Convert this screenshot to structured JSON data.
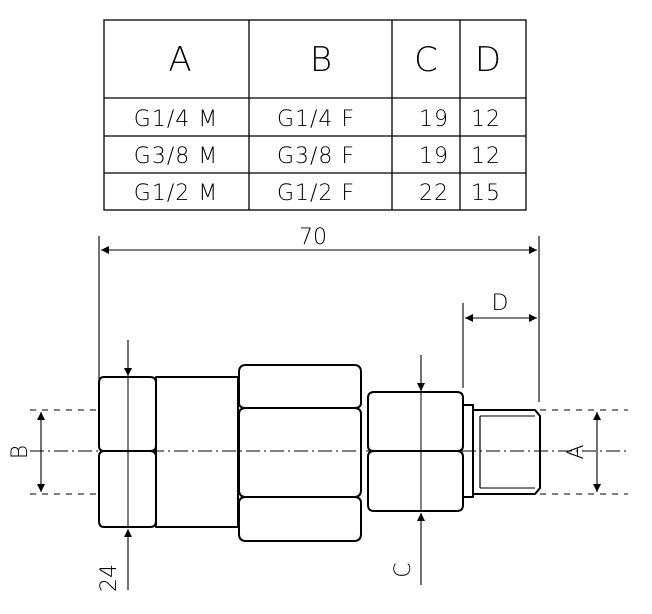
{
  "table": {
    "headers": [
      "A",
      "B",
      "C",
      "D"
    ],
    "rows": [
      [
        "G1/4 M",
        "G1/4 F",
        "19",
        "12"
      ],
      [
        "G3/8 M",
        "G3/8 F",
        "19",
        "12"
      ],
      [
        "G1/2 M",
        "G1/2 F",
        "22",
        "15"
      ]
    ]
  },
  "dimensions": {
    "overall_length": "70",
    "hex_size": "24",
    "label_a": "A",
    "label_b": "B",
    "label_c": "C",
    "label_d": "D"
  },
  "colors": {
    "line": "#000000",
    "background": "#ffffff"
  }
}
